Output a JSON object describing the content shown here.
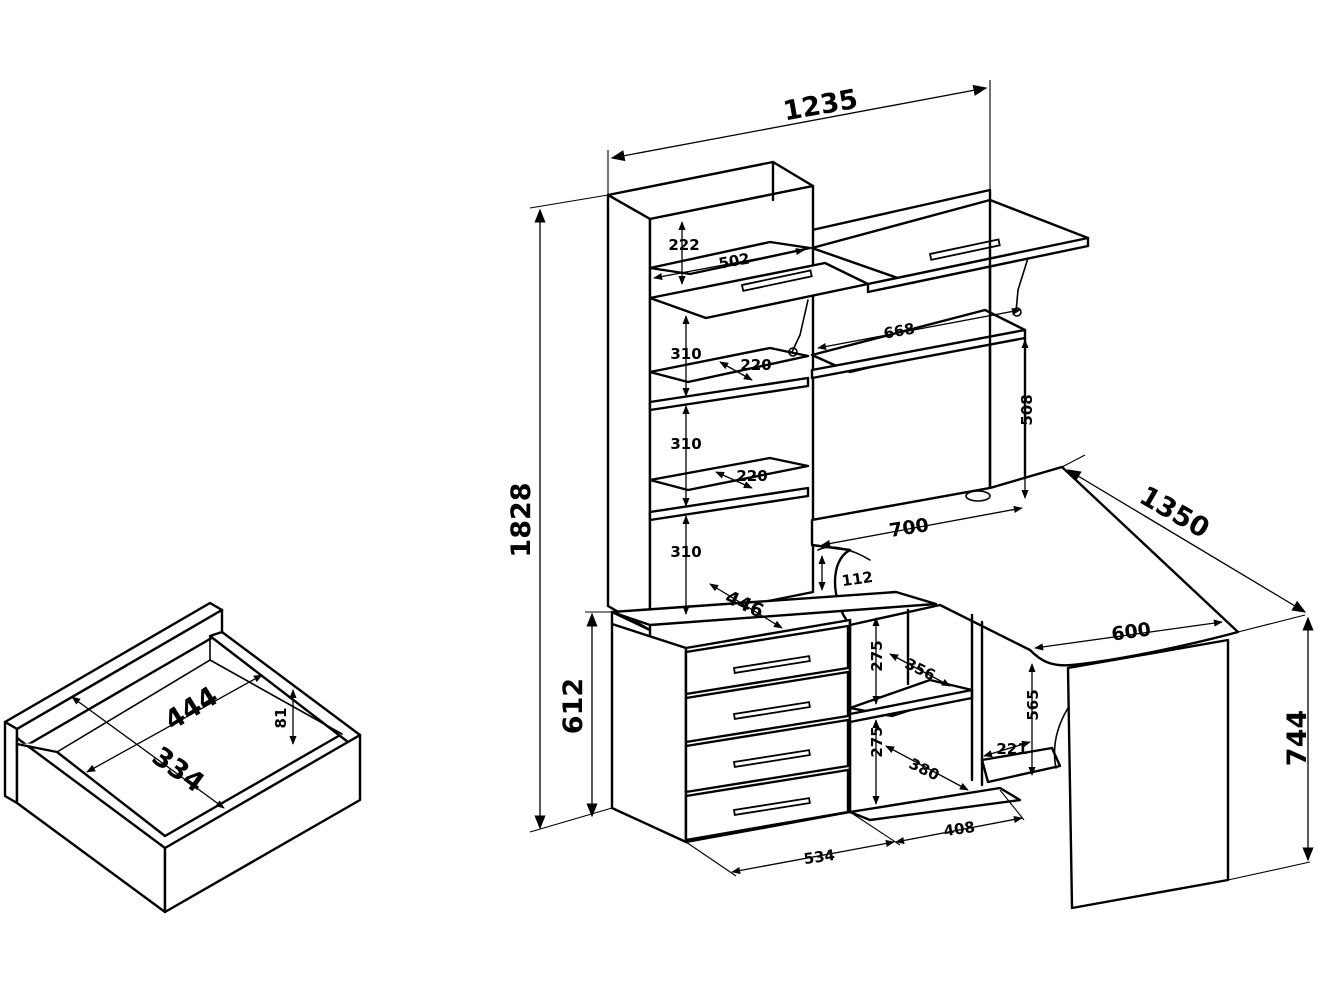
{
  "dimensions": {
    "d1235": "1235",
    "d1828": "1828",
    "d1350": "1350",
    "d612": "612",
    "d744": "744",
    "d700": "700",
    "d600": "600",
    "d446": "446",
    "d222": "222",
    "d502": "502",
    "d668": "668",
    "d310a": "310",
    "d310b": "310",
    "d310c": "310",
    "d220a": "220",
    "d220b": "220",
    "d508": "508",
    "d112": "112",
    "d275a": "275",
    "d275b": "275",
    "d356": "356",
    "d380": "380",
    "d565": "565",
    "d221": "221",
    "d408": "408",
    "d534": "534",
    "d444": "444",
    "d334": "334",
    "d81": "81"
  }
}
